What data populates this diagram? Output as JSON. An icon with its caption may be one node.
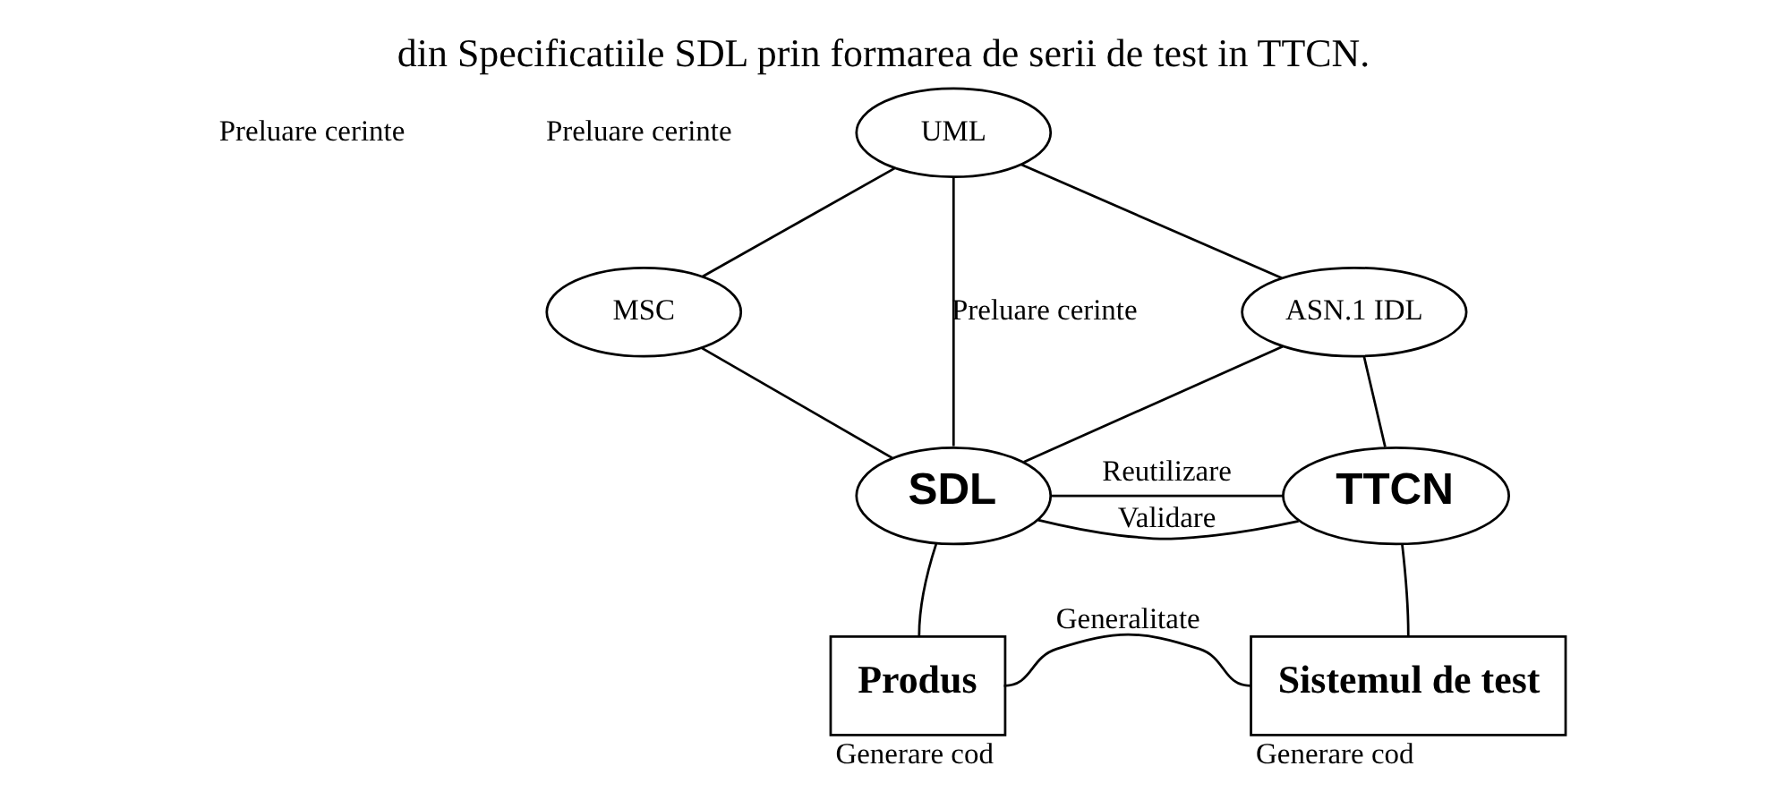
{
  "diagram": {
    "caption": "din Specificatiile SDL prin formarea de serii de test in TTCN.",
    "nodes": [
      {
        "text": [
          "UML"
        ]
      },
      {
        "text": [
          "MSC"
        ]
      },
      {
        "text": [
          "ASN.1 IDL"
        ]
      },
      {
        "text": [
          "SDL"
        ]
      },
      {
        "text": [
          "TTCN"
        ]
      },
      {
        "text": [
          "Produs"
        ],
        "beside": [
          "Generare cod"
        ]
      },
      {
        "text": [
          "Sistemul de test"
        ],
        "beside": [
          "Generare cod"
        ]
      }
    ],
    "edges": [
      {
        "from": 0,
        "to": 1,
        "arrow": "none"
      },
      {
        "from": 0,
        "to": 3,
        "arrow": "none",
        "label": "Preluare cerinte"
      },
      {
        "from": 0,
        "to": 2,
        "arrow": "none"
      },
      {
        "from": 1,
        "to": 3,
        "arrow": "none"
      },
      {
        "from": 2,
        "to": 3,
        "arrow": "none"
      },
      {
        "from": 2,
        "to": 4,
        "arrow": "none"
      },
      {
        "from": 3,
        "to": 4,
        "arrow": "none",
        "label": "Reutilizare"
      },
      {
        "from": 3,
        "to": 4,
        "arrow": "none",
        "label": "Validare"
      },
      {
        "from": 3,
        "to": 5,
        "arrow": "none"
      },
      {
        "from": 4,
        "to": 6,
        "arrow": "none"
      },
      {
        "from": 5,
        "to": 6,
        "arrow": "none",
        "label": "Generalitate"
      }
    ],
    "labels": [
      "Preluare cerinte",
      "Preluare cerinte"
    ]
  }
}
